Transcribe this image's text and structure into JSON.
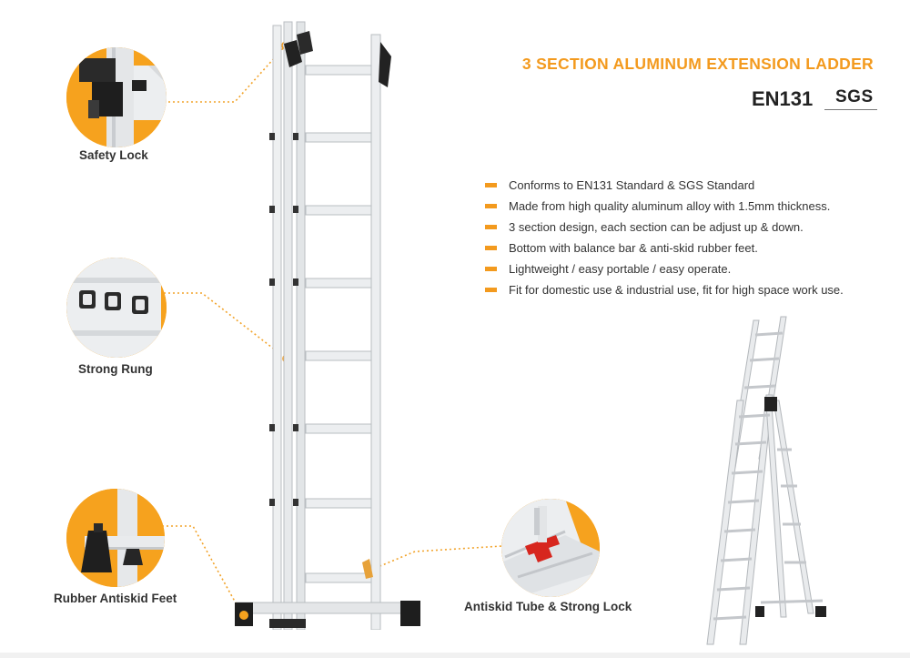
{
  "header": {
    "title": "3 SECTION ALUMINUM EXTENSION LADDER",
    "standard_en": "EN131",
    "standard_sgs": "SGS"
  },
  "features": [
    "Conforms to EN131 Standard & SGS Standard",
    "Made from high quality aluminum alloy with 1.5mm thickness.",
    "3 section design, each section can be adjust up & down.",
    "Bottom with balance bar & anti-skid rubber feet.",
    "Lightweight / easy portable / easy operate.",
    "Fit for domestic use & industrial use, fit for high space work use."
  ],
  "details": {
    "safety_lock": "Safety Lock",
    "strong_rung": "Strong Rung",
    "rubber_feet": "Rubber Antiskid Feet",
    "antiskid_tube": "Antiskid Tube & Strong Lock"
  },
  "colors": {
    "accent": "#f39a1e",
    "text": "#333333",
    "aluminum": "#e6e8ea",
    "lock_red": "#d7261e"
  }
}
